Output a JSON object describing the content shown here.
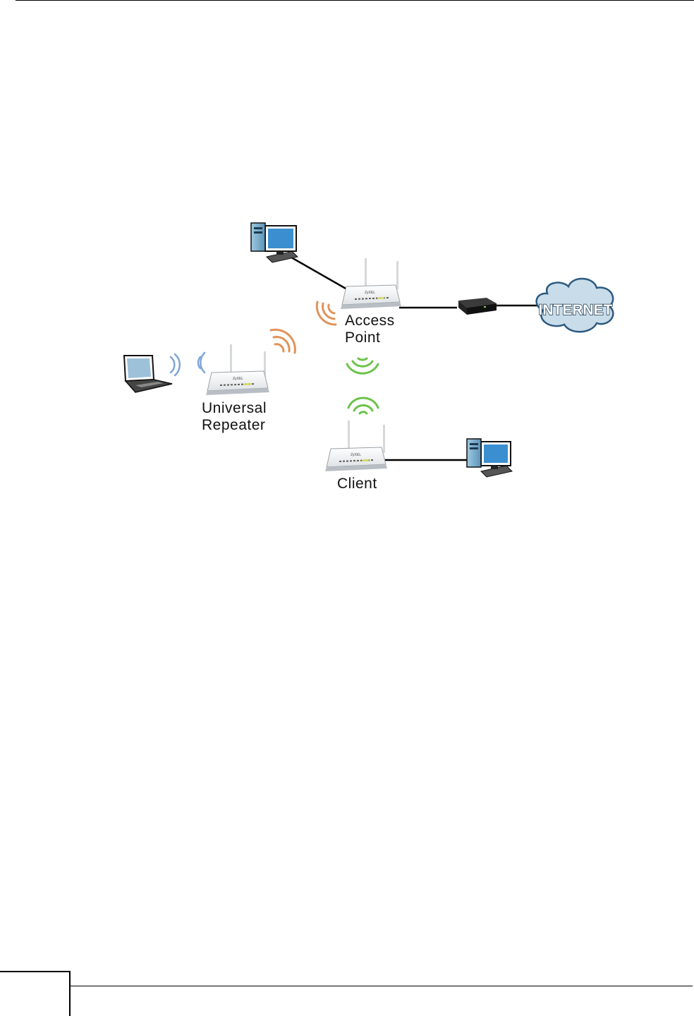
{
  "diagram": {
    "nodes": {
      "access_point": {
        "line1": "Access",
        "line2": "Point"
      },
      "universal_repeater": {
        "line1": "Universal",
        "line2": "Repeater"
      },
      "client": {
        "label": "Client"
      },
      "internet": {
        "label": "INTERNET"
      }
    }
  },
  "footer": {
    "page_number": ""
  },
  "colors": {
    "wired_link": "#000000",
    "signal_ap_repeater": "#e0935a",
    "signal_ap_client": "#6cc24a",
    "signal_laptop": "#7fa6d6",
    "cloud_fill": "#c9dce9",
    "cloud_stroke": "#2b5a80"
  }
}
